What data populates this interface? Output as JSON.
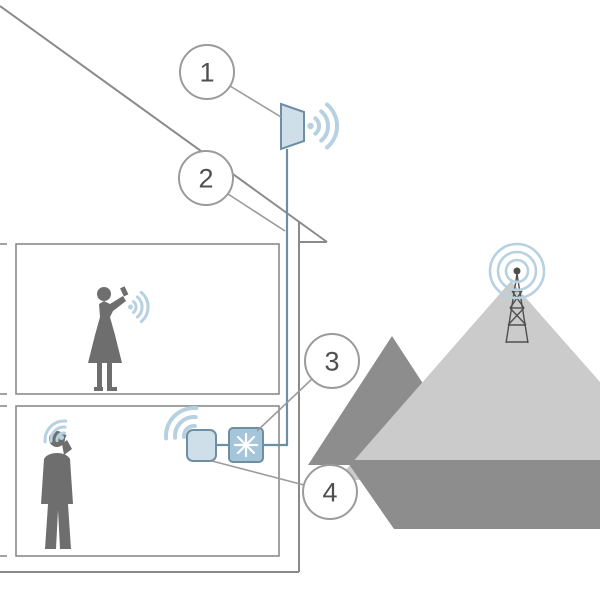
{
  "callouts": [
    {
      "label": "1"
    },
    {
      "label": "2"
    },
    {
      "label": "3"
    },
    {
      "label": "4"
    }
  ],
  "colors": {
    "signal": "#b7d1e1",
    "device-fill": "#cfdfe9",
    "device-stroke": "#6e8fa3",
    "booster-fill": "#a5c5d9",
    "line": "#9b9b9b",
    "structure": "#8a8a8a",
    "figure": "#6e6e6e",
    "mountain-dark": "#8d8d8d",
    "mountain-light": "#cbcbcb",
    "tower": "#4f4f4f",
    "callout-text": "#4f4f4f"
  }
}
